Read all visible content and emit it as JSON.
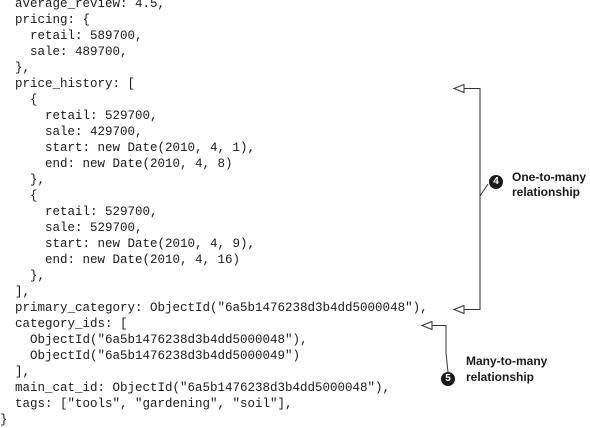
{
  "code_lines": [
    "  average_review: 4.5,",
    "  pricing: {",
    "    retail: 589700,",
    "    sale: 489700,",
    "  },",
    "  price_history: [",
    "    {",
    "      retail: 529700,",
    "      sale: 429700,",
    "      start: new Date(2010, 4, 1),",
    "      end: new Date(2010, 4, 8)",
    "    },",
    "    {",
    "      retail: 529700,",
    "      sale: 529700,",
    "      start: new Date(2010, 4, 9),",
    "      end: new Date(2010, 4, 16)",
    "    },",
    "  ],",
    "  primary_category: ObjectId(\"6a5b1476238d3b4dd5000048\"),",
    "  category_ids: [",
    "    ObjectId(\"6a5b1476238d3b4dd5000048\"),",
    "    ObjectId(\"6a5b1476238d3b4dd5000049\")",
    "  ],",
    "  main_cat_id: ObjectId(\"6a5b1476238d3b4dd5000048\"),",
    "  tags: [\"tools\", \"gardening\", \"soil\"],",
    "}"
  ],
  "callouts": [
    {
      "number": "4",
      "line1": "One-to-many",
      "line2": "relationship"
    },
    {
      "number": "5",
      "line1": "Many-to-many",
      "line2": "relationship"
    }
  ],
  "colors": {
    "text": "#1a1a1a",
    "line": "#333333",
    "background": "#ffffff"
  }
}
